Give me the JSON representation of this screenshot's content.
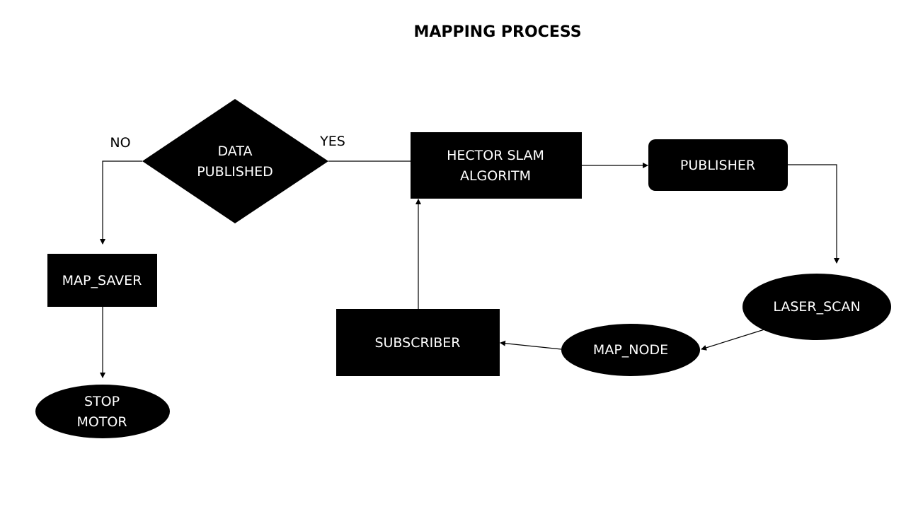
{
  "title": "MAPPING PROCESS",
  "nodes": {
    "decision": {
      "line1": "DATA",
      "line2": "PUBLISHED"
    },
    "hector": {
      "line1": "HECTOR SLAM",
      "line2": "ALGORITM"
    },
    "publisher": {
      "label": "PUBLISHER"
    },
    "laser_scan": {
      "label": "LASER_SCAN"
    },
    "map_node": {
      "label": "MAP_NODE"
    },
    "subscriber": {
      "label": "SUBSCRIBER"
    },
    "map_saver": {
      "label": "MAP_SAVER"
    },
    "stop_motor": {
      "line1": "STOP",
      "line2": "MOTOR"
    }
  },
  "edge_labels": {
    "no": "NO",
    "yes": "YES"
  },
  "colors": {
    "shape_fill": "#000000",
    "shape_text": "#ffffff",
    "background": "#ffffff"
  }
}
